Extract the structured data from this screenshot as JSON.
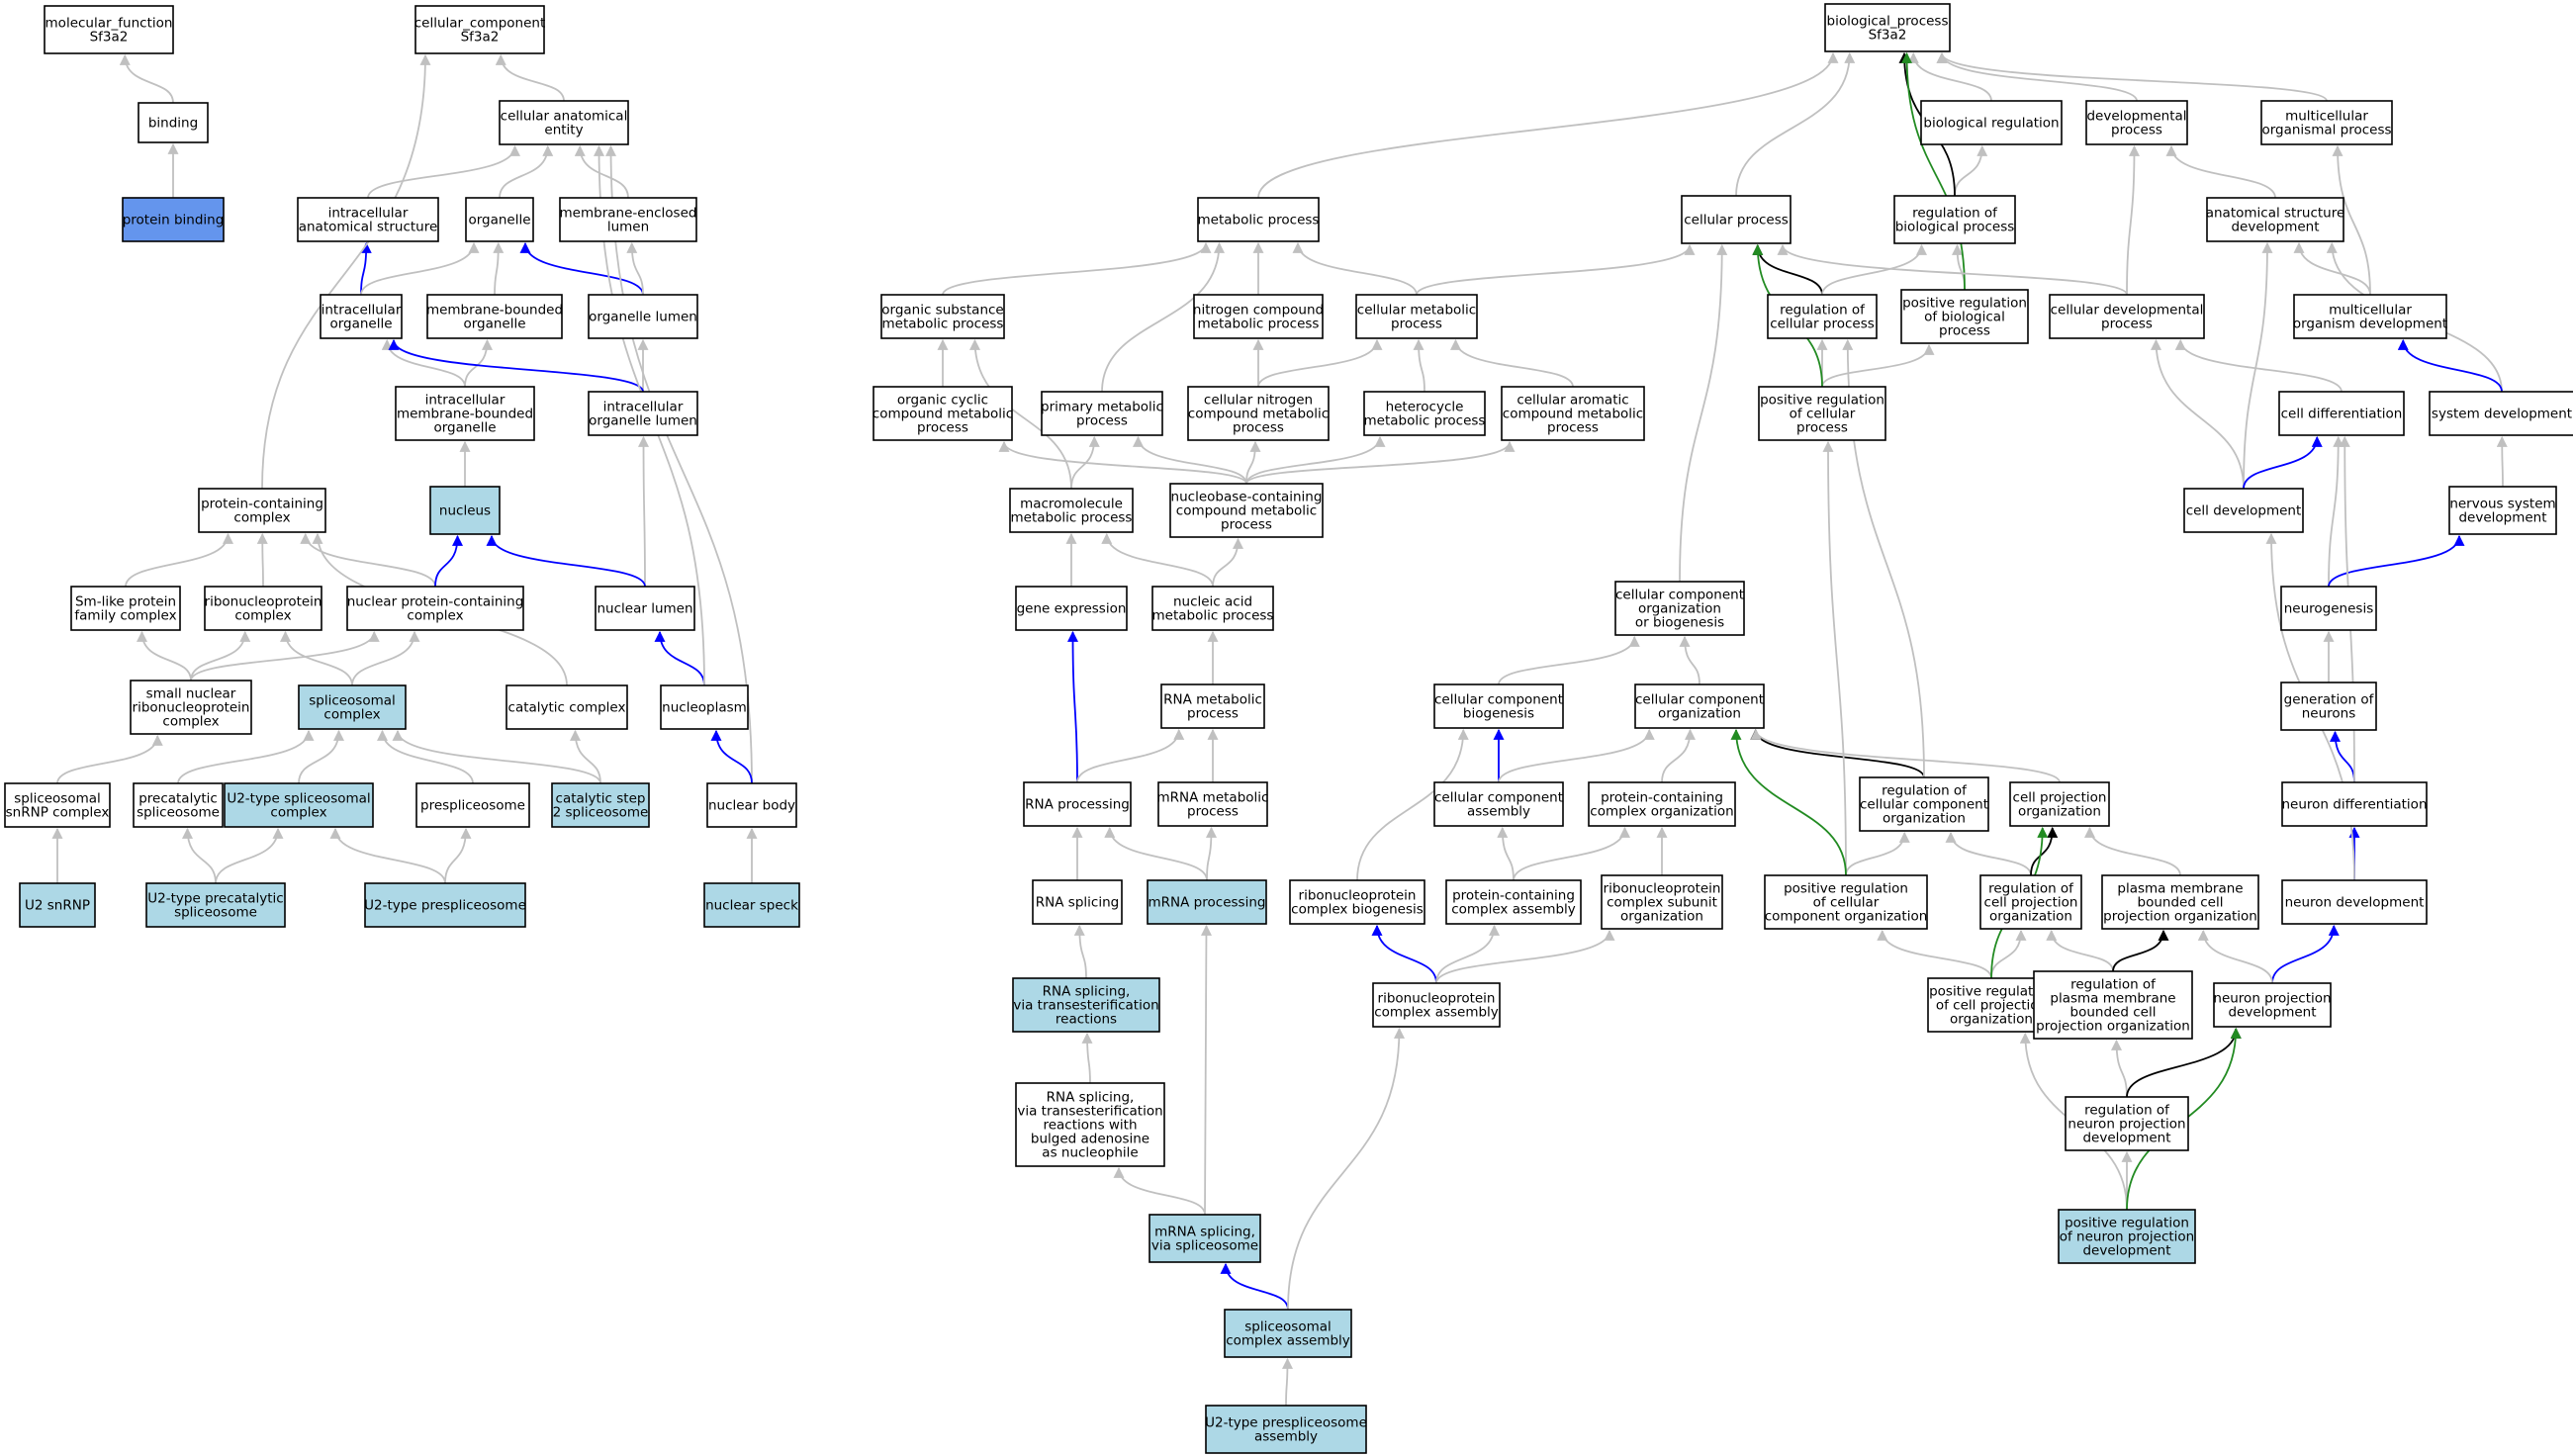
{
  "colors": {
    "default_fill": "#ffffff",
    "highlight_fill": "#add8e6",
    "query_fill": "#6495ed",
    "edge_is_a": "#c0c0c0",
    "edge_part_of": "#0000ff",
    "edge_regulates": "#000000",
    "edge_positively_regulates": "#228b22"
  },
  "nodes": [
    {
      "id": "mf",
      "label": "molecular_function\nSf3a2",
      "style": "default"
    },
    {
      "id": "binding",
      "label": "binding",
      "style": "default"
    },
    {
      "id": "protein_binding",
      "label": "protein binding",
      "style": "query"
    },
    {
      "id": "cc",
      "label": "cellular_component\nSf3a2",
      "style": "default"
    },
    {
      "id": "cae",
      "label": "cellular anatomical\nentity",
      "style": "default"
    },
    {
      "id": "ias",
      "label": "intracellular\nanatomical structure",
      "style": "default"
    },
    {
      "id": "organelle",
      "label": "organelle",
      "style": "default"
    },
    {
      "id": "mel",
      "label": "membrane-enclosed\nlumen",
      "style": "default"
    },
    {
      "id": "io",
      "label": "intracellular\norganelle",
      "style": "default"
    },
    {
      "id": "mbo",
      "label": "membrane-bounded\norganelle",
      "style": "default"
    },
    {
      "id": "ol",
      "label": "organelle lumen",
      "style": "default"
    },
    {
      "id": "imbo",
      "label": "intracellular\nmembrane-bounded\norganelle",
      "style": "default"
    },
    {
      "id": "iol",
      "label": "intracellular\norganelle lumen",
      "style": "default"
    },
    {
      "id": "pcc",
      "label": "protein-containing\ncomplex",
      "style": "default"
    },
    {
      "id": "nucleus",
      "label": "nucleus",
      "style": "highlight"
    },
    {
      "id": "smlike",
      "label": "Sm-like protein\nfamily complex",
      "style": "default"
    },
    {
      "id": "rnpc",
      "label": "ribonucleoprotein\ncomplex",
      "style": "default"
    },
    {
      "id": "npcc",
      "label": "nuclear protein-containing\ncomplex",
      "style": "default"
    },
    {
      "id": "nlumen",
      "label": "nuclear lumen",
      "style": "default"
    },
    {
      "id": "snrnp",
      "label": "small nuclear\nribonucleoprotein\ncomplex",
      "style": "default"
    },
    {
      "id": "splc",
      "label": "spliceosomal\ncomplex",
      "style": "highlight"
    },
    {
      "id": "catc",
      "label": "catalytic complex",
      "style": "default"
    },
    {
      "id": "nucleoplasm",
      "label": "nucleoplasm",
      "style": "default"
    },
    {
      "id": "ssnrnp",
      "label": "spliceosomal\nsnRNP complex",
      "style": "default"
    },
    {
      "id": "precat",
      "label": "precatalytic\nspliceosome",
      "style": "default"
    },
    {
      "id": "u2type",
      "label": "U2-type spliceosomal\ncomplex",
      "style": "highlight"
    },
    {
      "id": "prespl",
      "label": "prespliceosome",
      "style": "default"
    },
    {
      "id": "cs2",
      "label": "catalytic step\n2 spliceosome",
      "style": "highlight"
    },
    {
      "id": "nbody",
      "label": "nuclear body",
      "style": "default"
    },
    {
      "id": "u2snrnp",
      "label": "U2 snRNP",
      "style": "highlight"
    },
    {
      "id": "u2precat",
      "label": "U2-type precatalytic\nspliceosome",
      "style": "highlight"
    },
    {
      "id": "u2prespl",
      "label": "U2-type prespliceosome",
      "style": "highlight"
    },
    {
      "id": "nspeck",
      "label": "nuclear speck",
      "style": "highlight"
    },
    {
      "id": "bp",
      "label": "biological_process\nSf3a2",
      "style": "default"
    },
    {
      "id": "bioreg",
      "label": "biological regulation",
      "style": "default"
    },
    {
      "id": "devp",
      "label": "developmental\nprocess",
      "style": "default"
    },
    {
      "id": "mcop",
      "label": "multicellular\norganismal process",
      "style": "default"
    },
    {
      "id": "metp",
      "label": "metabolic process",
      "style": "default"
    },
    {
      "id": "cellp",
      "label": "cellular process",
      "style": "default"
    },
    {
      "id": "regbp",
      "label": "regulation of\nbiological process",
      "style": "default"
    },
    {
      "id": "asd",
      "label": "anatomical structure\ndevelopment",
      "style": "default"
    },
    {
      "id": "osmp",
      "label": "organic substance\nmetabolic process",
      "style": "default"
    },
    {
      "id": "ncmp",
      "label": "nitrogen compound\nmetabolic process",
      "style": "default"
    },
    {
      "id": "cmp",
      "label": "cellular metabolic\nprocess",
      "style": "default"
    },
    {
      "id": "regcp",
      "label": "regulation of\ncellular process",
      "style": "default"
    },
    {
      "id": "posregbp",
      "label": "positive regulation\nof biological\nprocess",
      "style": "default"
    },
    {
      "id": "cdp",
      "label": "cellular developmental\nprocess",
      "style": "default"
    },
    {
      "id": "mod",
      "label": "multicellular\norganism development",
      "style": "default"
    },
    {
      "id": "occmp",
      "label": "organic cyclic\ncompound metabolic\nprocess",
      "style": "default"
    },
    {
      "id": "pmp",
      "label": "primary metabolic\nprocess",
      "style": "default"
    },
    {
      "id": "cncmp",
      "label": "cellular nitrogen\ncompound metabolic\nprocess",
      "style": "default"
    },
    {
      "id": "hmp",
      "label": "heterocycle\nmetabolic process",
      "style": "default"
    },
    {
      "id": "cacmp",
      "label": "cellular aromatic\ncompound metabolic\nprocess",
      "style": "default"
    },
    {
      "id": "posregcp",
      "label": "positive regulation\nof cellular\nprocess",
      "style": "default"
    },
    {
      "id": "celldiff",
      "label": "cell differentiation",
      "style": "default"
    },
    {
      "id": "sysdev",
      "label": "system development",
      "style": "default"
    },
    {
      "id": "mmp",
      "label": "macromolecule\nmetabolic process",
      "style": "default"
    },
    {
      "id": "nbccmp",
      "label": "nucleobase-containing\ncompound metabolic\nprocess",
      "style": "default"
    },
    {
      "id": "celldev",
      "label": "cell development",
      "style": "default"
    },
    {
      "id": "nsd",
      "label": "nervous system\ndevelopment",
      "style": "default"
    },
    {
      "id": "ccob",
      "label": "cellular component\norganization\nor biogenesis",
      "style": "default"
    },
    {
      "id": "geneexp",
      "label": "gene expression",
      "style": "default"
    },
    {
      "id": "namp",
      "label": "nucleic acid\nmetabolic process",
      "style": "default"
    },
    {
      "id": "neurogenesis",
      "label": "neurogenesis",
      "style": "default"
    },
    {
      "id": "ccbio",
      "label": "cellular component\nbiogenesis",
      "style": "default"
    },
    {
      "id": "ccorg",
      "label": "cellular component\norganization",
      "style": "default"
    },
    {
      "id": "rnamp",
      "label": "RNA metabolic\nprocess",
      "style": "default"
    },
    {
      "id": "genneur",
      "label": "generation of\nneurons",
      "style": "default"
    },
    {
      "id": "rnaproc",
      "label": "RNA processing",
      "style": "default"
    },
    {
      "id": "mrnamp",
      "label": "mRNA metabolic\nprocess",
      "style": "default"
    },
    {
      "id": "ccassem",
      "label": "cellular component\nassembly",
      "style": "default"
    },
    {
      "id": "pccorg",
      "label": "protein-containing\ncomplex organization",
      "style": "default"
    },
    {
      "id": "regccorg",
      "label": "regulation of\ncellular component\norganization",
      "style": "default"
    },
    {
      "id": "cporg",
      "label": "cell projection\norganization",
      "style": "default"
    },
    {
      "id": "neurdiff",
      "label": "neuron differentiation",
      "style": "default"
    },
    {
      "id": "rnasplice",
      "label": "RNA splicing",
      "style": "default"
    },
    {
      "id": "mrnaproc",
      "label": "mRNA processing",
      "style": "highlight"
    },
    {
      "id": "rnpbio",
      "label": "ribonucleoprotein\ncomplex biogenesis",
      "style": "default"
    },
    {
      "id": "pccassem",
      "label": "protein-containing\ncomplex assembly",
      "style": "default"
    },
    {
      "id": "rnpsub",
      "label": "ribonucleoprotein\ncomplex subunit\norganization",
      "style": "default"
    },
    {
      "id": "posregccorg",
      "label": "positive regulation\nof cellular\ncomponent organization",
      "style": "default"
    },
    {
      "id": "regcporg",
      "label": "regulation of\ncell projection\norganization",
      "style": "default"
    },
    {
      "id": "pmbcpo",
      "label": "plasma membrane\nbounded cell\nprojection organization",
      "style": "default"
    },
    {
      "id": "neurondev",
      "label": "neuron development",
      "style": "default"
    },
    {
      "id": "rnasplicetrans",
      "label": "RNA splicing,\nvia transesterification\nreactions",
      "style": "highlight"
    },
    {
      "id": "rnpassem",
      "label": "ribonucleoprotein\ncomplex assembly",
      "style": "default"
    },
    {
      "id": "posregcporg",
      "label": "positive regulation\nof cell projection\norganization",
      "style": "default"
    },
    {
      "id": "regpmbcpo",
      "label": "regulation of\nplasma membrane\nbounded cell\nprojection organization",
      "style": "default"
    },
    {
      "id": "npd",
      "label": "neuron projection\ndevelopment",
      "style": "default"
    },
    {
      "id": "rnasplicebulged",
      "label": "RNA splicing,\nvia transesterification\nreactions with\nbulged adenosine\nas nucleophile",
      "style": "default"
    },
    {
      "id": "regnpd",
      "label": "regulation of\nneuron projection\ndevelopment",
      "style": "default"
    },
    {
      "id": "mrnasplice",
      "label": "mRNA splicing,\nvia spliceosome",
      "style": "highlight"
    },
    {
      "id": "posregnpd",
      "label": "positive regulation\nof neuron projection\ndevelopment",
      "style": "highlight"
    },
    {
      "id": "splassem",
      "label": "spliceosomal\ncomplex assembly",
      "style": "highlight"
    },
    {
      "id": "u2presplassem",
      "label": "U2-type prespliceosome\nassembly",
      "style": "highlight"
    }
  ]
}
